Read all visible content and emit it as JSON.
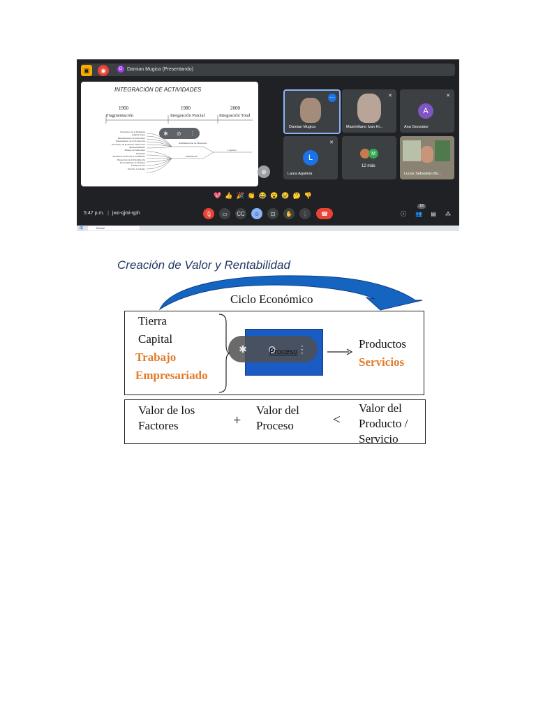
{
  "meet": {
    "presenter_initial": "D",
    "presenter_label": "Damian Mugica (Presentando)",
    "meeting_time": "5:47 p.m.",
    "meeting_code": "jwo-qjmi-qph",
    "participants_count": "18",
    "emoji_reactions": [
      "💖",
      "👍",
      "🎉",
      "👏",
      "😂",
      "😮",
      "😢",
      "🤔",
      "👎"
    ],
    "taskbar_search": "Buscar",
    "slide": {
      "title": "INTEGRACIÓN DE ACTIVIDADES",
      "years": [
        "1960",
        "1980",
        "2000"
      ],
      "stages": [
        "Fragmentación",
        "Integración Parcial",
        "Integración Total"
      ],
      "branch_labels": [
        "Administración de Materiales",
        "Distribución",
        "Logística"
      ],
      "activities": [
        "Pronóstico de la Demanda",
        "Adquisiciones",
        "Requerimiento de Materiales",
        "Planeamiento de la Producción",
        "Inventario de Productos en Proceso",
        "Almacenamiento",
        "Manejo de Materiales",
        "Empaque",
        "Inventario de Producto Terminado",
        "Planeación de la Distribución",
        "Procesamiento de Órdenes",
        "Transportación",
        "Servicio al Cliente"
      ]
    },
    "tiles": [
      {
        "name": "Damian Mugica"
      },
      {
        "name": "Maximiliano Ivan Hi..."
      },
      {
        "name": "Ana Gonzalez",
        "initial": "A"
      },
      {
        "name": "Laura Aguilera",
        "initial": "L"
      },
      {
        "name": "12 más",
        "initial": "M"
      },
      {
        "name": "Lucas Sebastian Bo..."
      }
    ],
    "colors": {
      "bg": "#202124",
      "tile": "#3c4043",
      "end_call": "#ea4335",
      "active": "#8ab4f8",
      "avatar_a": "#7e57c2",
      "avatar_l": "#1a73e8",
      "avatar_m": "#34a853"
    }
  },
  "slide2": {
    "title": "Creación de Valor y Rentabilidad",
    "cycle_label": "Ciclo Económico",
    "factors": [
      "Tierra",
      "Capital",
      "Trabajo",
      "Empresariado"
    ],
    "process_label": "Proceso",
    "outputs": [
      "Productos",
      "Servicios"
    ],
    "value_factors": "Valor de los Factores",
    "plus": "+",
    "value_process": "Valor del Proceso",
    "less_than": "<",
    "value_product": "Valor del Producto / Servicio",
    "colors": {
      "title": "#1f3864",
      "accent": "#e07b2a",
      "box": "#0d47a1",
      "arrow": "#1565c0"
    }
  }
}
